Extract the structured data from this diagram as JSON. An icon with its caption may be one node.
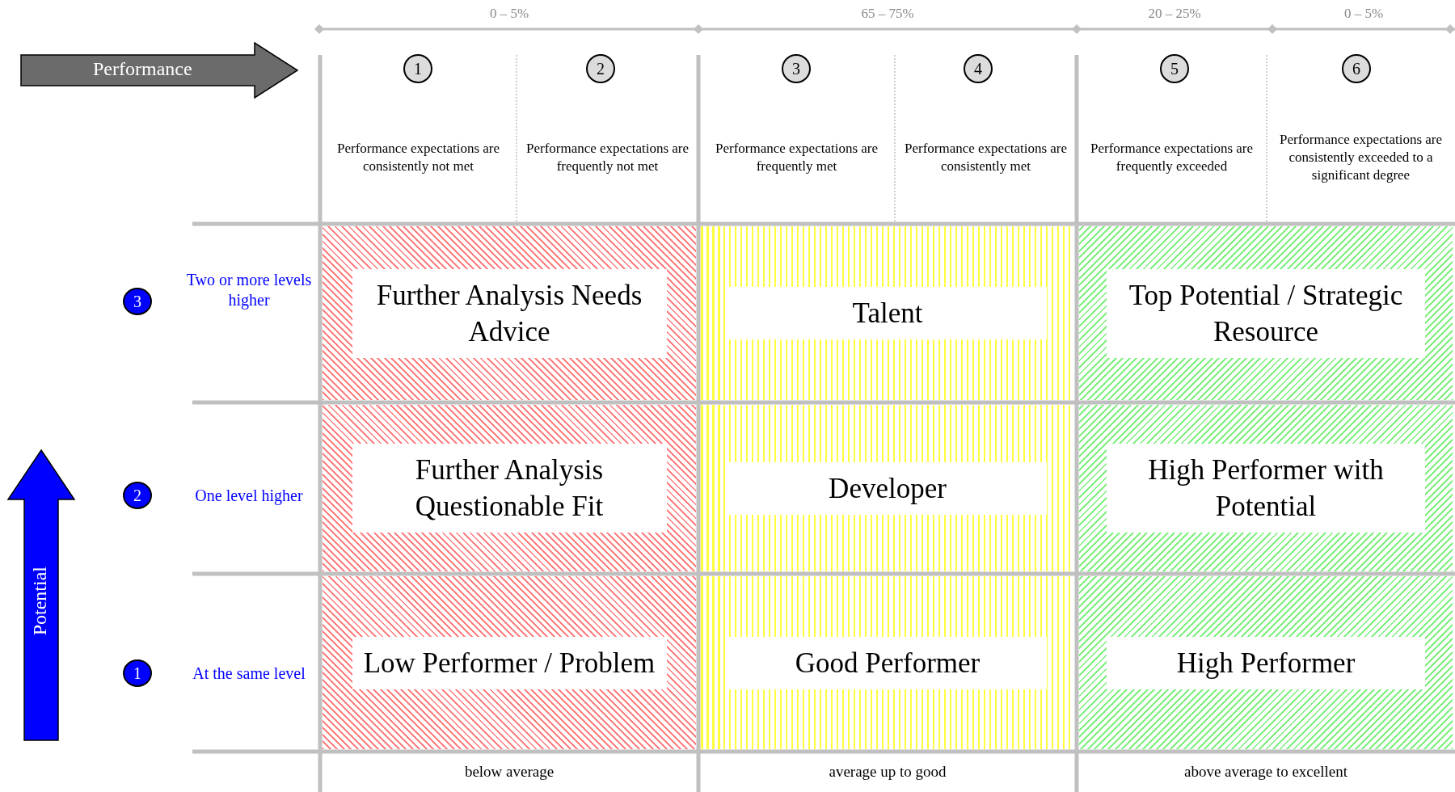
{
  "diagram": {
    "nodes": [
      {
        "text": [
          "Performance"
        ]
      },
      {
        "text": [
          "Potential"
        ]
      },
      {
        "text": [
          "1"
        ]
      },
      {
        "text": [
          "2"
        ]
      },
      {
        "text": [
          "3"
        ]
      },
      {
        "text": [
          "4"
        ]
      },
      {
        "text": [
          "5"
        ]
      },
      {
        "text": [
          "6"
        ]
      },
      {
        "text": [
          "3"
        ]
      },
      {
        "text": [
          "2"
        ]
      },
      {
        "text": [
          "1"
        ]
      },
      {
        "text": [
          "Further Analysis Needs Advice"
        ]
      },
      {
        "text": [
          "Talent"
        ]
      },
      {
        "text": [
          "Top Potential / Strategic Resource"
        ]
      },
      {
        "text": [
          "Further Analysis Questionable Fit"
        ]
      },
      {
        "text": [
          "Developer"
        ]
      },
      {
        "text": [
          "High Performer with Potential"
        ]
      },
      {
        "text": [
          "Low Performer / Problem"
        ]
      },
      {
        "text": [
          "Good Performer"
        ]
      },
      {
        "text": [
          "High Performer"
        ]
      }
    ],
    "labels": [
      "0 – 5%",
      "65 – 75%",
      "20 – 25%",
      "0 – 5%",
      "Performance expectations are consistently not met",
      "Performance expectations are frequently not met",
      "Performance expectations are frequently met",
      "Performance expectations are consistently met",
      "Performance expectations are frequently exceeded",
      "Performance expectations are consistently exceeded to a significant degree",
      "Two or more levels higher",
      "One level higher",
      "At the same level",
      "below average",
      "average up to good",
      "above average to excellent"
    ]
  }
}
